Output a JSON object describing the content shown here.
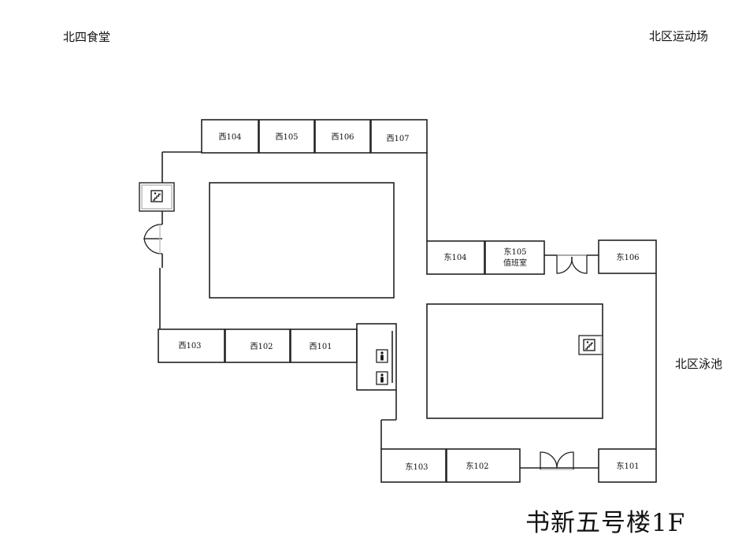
{
  "title": "书新五号楼1F",
  "landmarks": {
    "top_left": "北四食堂",
    "top_right": "北区运动场",
    "right": "北区泳池"
  },
  "rooms": {
    "w104": "西104",
    "w105": "西105",
    "w106": "西106",
    "w107": "西107",
    "w103": "西103",
    "w102": "西102",
    "w101": "西101",
    "e104": "东104",
    "e105": "东105",
    "e105_sub": "值班室",
    "e106": "东106",
    "e103": "东103",
    "e102": "东102",
    "e101": "东101"
  },
  "icons": {
    "stairs": "stairs-icon",
    "restroom": "restroom-icon"
  }
}
